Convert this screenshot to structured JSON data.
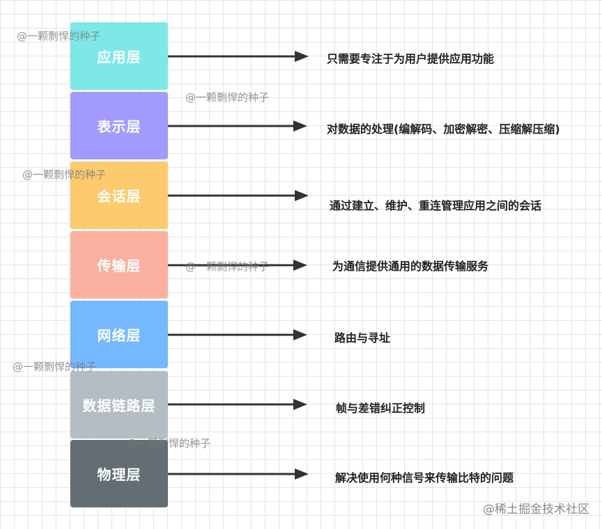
{
  "layers": [
    {
      "label": "应用层",
      "description": "只需要专注于为用户提供应用功能",
      "color": "#7ee8e8"
    },
    {
      "label": "表示层",
      "description": "对数据的处理(编解码、加密解密、压缩解压缩)",
      "color": "#a29bfe"
    },
    {
      "label": "会话层",
      "description": "通过建立、维护、重连管理应用之间的会话",
      "color": "#fdcb6e"
    },
    {
      "label": "传输层",
      "description": "为通信提供通用的数据传输服务",
      "color": "#fab1a0"
    },
    {
      "label": "网络层",
      "description": "路由与寻址",
      "color": "#74b9ff"
    },
    {
      "label": "数据链路层",
      "description": "帧与差错纠正控制",
      "color": "#b2bec3"
    },
    {
      "label": "物理层",
      "description": "解决使用何种信号来传输比特的问题",
      "color": "#636e72"
    }
  ],
  "watermarks": {
    "author": "@一颗剽悍的种子",
    "site": "@稀土掘金技术社区"
  },
  "arrow_color": "#333333"
}
